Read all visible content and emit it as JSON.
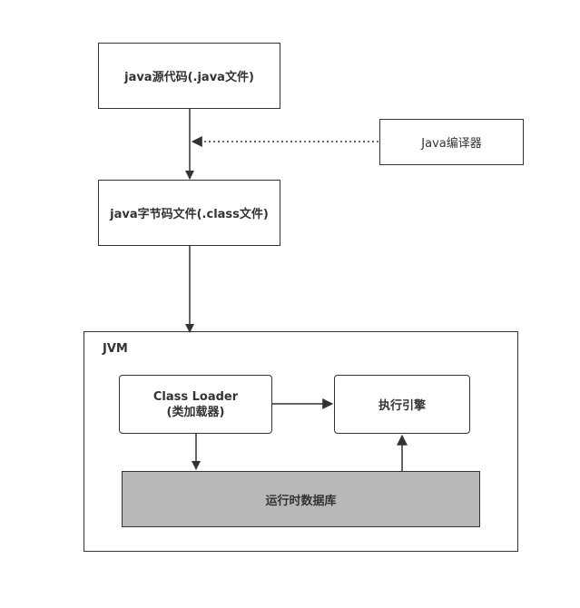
{
  "diagram": {
    "source_code": "java源代码(.java文件)",
    "compiler": "Java编译器",
    "bytecode": "java字节码文件(.class文件)",
    "jvm": {
      "label": "JVM",
      "class_loader_line1": "Class Loader",
      "class_loader_line2": "(类加载器)",
      "execution_engine": "执行引擎",
      "runtime_data_area": "运行时数据库"
    }
  },
  "colors": {
    "stroke": "#333333",
    "runtime_fill": "#b8b8b8",
    "background": "#ffffff"
  }
}
